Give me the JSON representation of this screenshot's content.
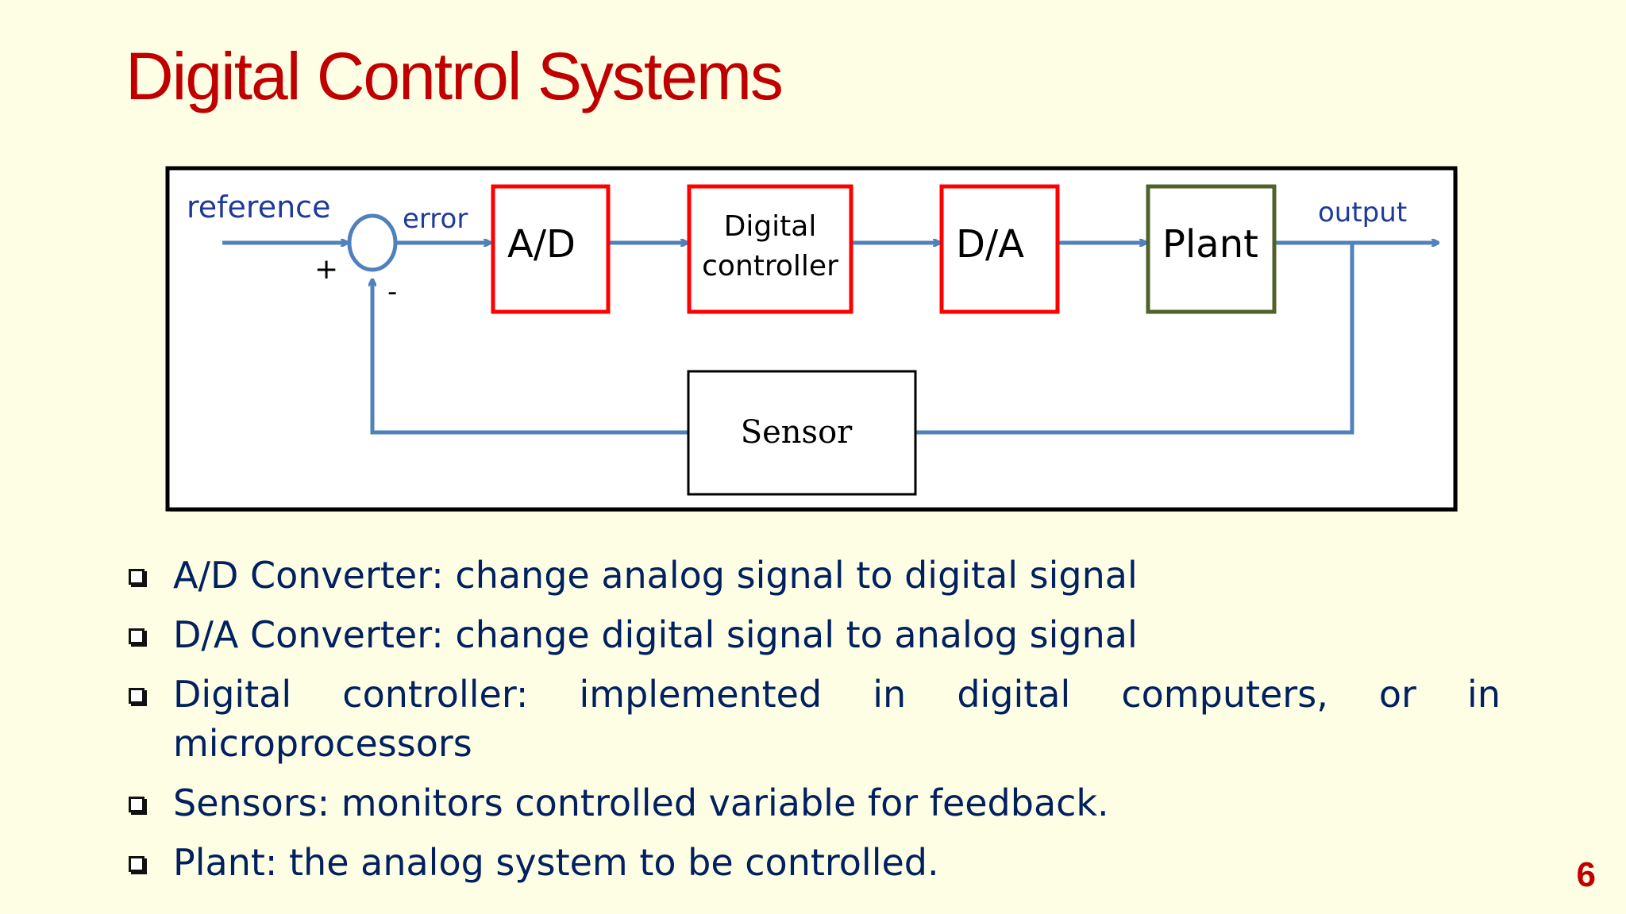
{
  "slide": {
    "title": "Digital Control Systems",
    "page_number": "6"
  },
  "diagram": {
    "labels": {
      "reference": "reference",
      "error": "error",
      "plus": "+",
      "minus": "-",
      "output": "output"
    },
    "blocks": {
      "ad": "A/D",
      "controller_line1": "Digital",
      "controller_line2": "controller",
      "da": "D/A",
      "plant": "Plant",
      "sensor": "Sensor"
    },
    "colors": {
      "signal_lines": "#4f81bd",
      "converter_border": "#ff0000",
      "plant_border": "#4f6228",
      "sensor_border": "#000000",
      "label_text": "#1f3a9a"
    }
  },
  "bullets": [
    "A/D Converter: change analog signal to digital signal",
    "D/A Converter: change digital signal to analog signal",
    "Digital controller: implemented in digital computers, or in microprocessors",
    "Sensors: monitors controlled variable for feedback.",
    "Plant: the analog system to be controlled."
  ],
  "colors": {
    "background": "#fefee4",
    "title": "#c00000",
    "body_text": "#002060"
  }
}
